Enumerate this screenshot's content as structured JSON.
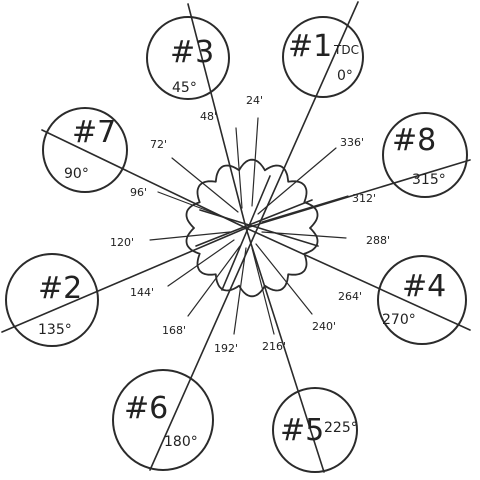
{
  "diagram": {
    "cylinders": [
      {
        "id": "c3",
        "label": "#3",
        "degree": "45°"
      },
      {
        "id": "c1",
        "label": "#1",
        "extra": "TDC",
        "degree": "0°"
      },
      {
        "id": "c7",
        "label": "#7",
        "degree": "90°"
      },
      {
        "id": "c8",
        "label": "#8",
        "degree": "315°"
      },
      {
        "id": "c2",
        "label": "#2",
        "degree": "135°"
      },
      {
        "id": "c4",
        "label": "#4",
        "degree": "270°"
      },
      {
        "id": "c6",
        "label": "#6",
        "degree": "180°"
      },
      {
        "id": "c5",
        "label": "#5",
        "degree": "225°"
      }
    ],
    "ticks": [
      "24'",
      "48'",
      "72'",
      "96'",
      "120'",
      "144'",
      "168'",
      "192'",
      "216'",
      "240'",
      "264'",
      "288'",
      "312'",
      "336'"
    ]
  }
}
